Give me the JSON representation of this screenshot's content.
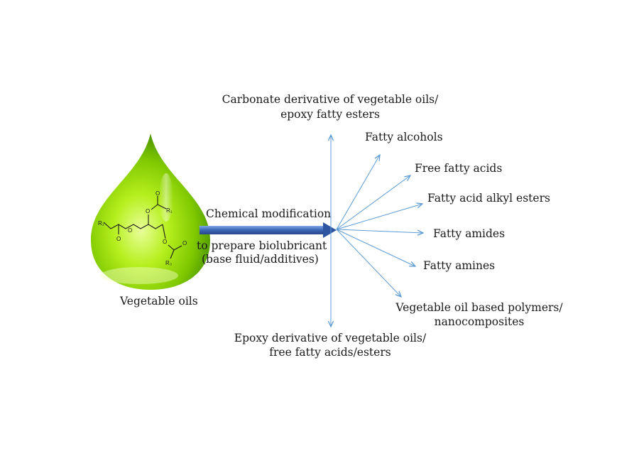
{
  "source": {
    "label": "Vegetable oils",
    "molecule_labels": [
      "O",
      "O",
      "O",
      "O",
      "O",
      "O",
      "R₁",
      "R₂",
      "R₃"
    ],
    "drop_color": "#8fd400",
    "drop_highlight": "#e9ff9a",
    "drop_dark": "#3f8a00"
  },
  "process": {
    "label_top": "Chemical modification",
    "label_bottom_1": "to prepare biolubricant",
    "label_bottom_2": "(base fluid/additives)",
    "arrow_color": "#3a64b4"
  },
  "products": {
    "top_1": "Carbonate derivative of vegetable oils/",
    "top_2": "epoxy fatty esters",
    "fatty_alcohols": "Fatty alcohols",
    "free_fatty_acids": "Free fatty acids",
    "alkyl_esters": "Fatty acid alkyl esters",
    "fatty_amides": "Fatty amides",
    "fatty_amines": "Fatty amines",
    "polymers_1": "Vegetable oil based polymers/",
    "polymers_2": "nanocomposites",
    "bottom_1": "Epoxy derivative of vegetable oils/",
    "bottom_2": "free fatty acids/esters",
    "line_color": "#5b9bd5"
  }
}
